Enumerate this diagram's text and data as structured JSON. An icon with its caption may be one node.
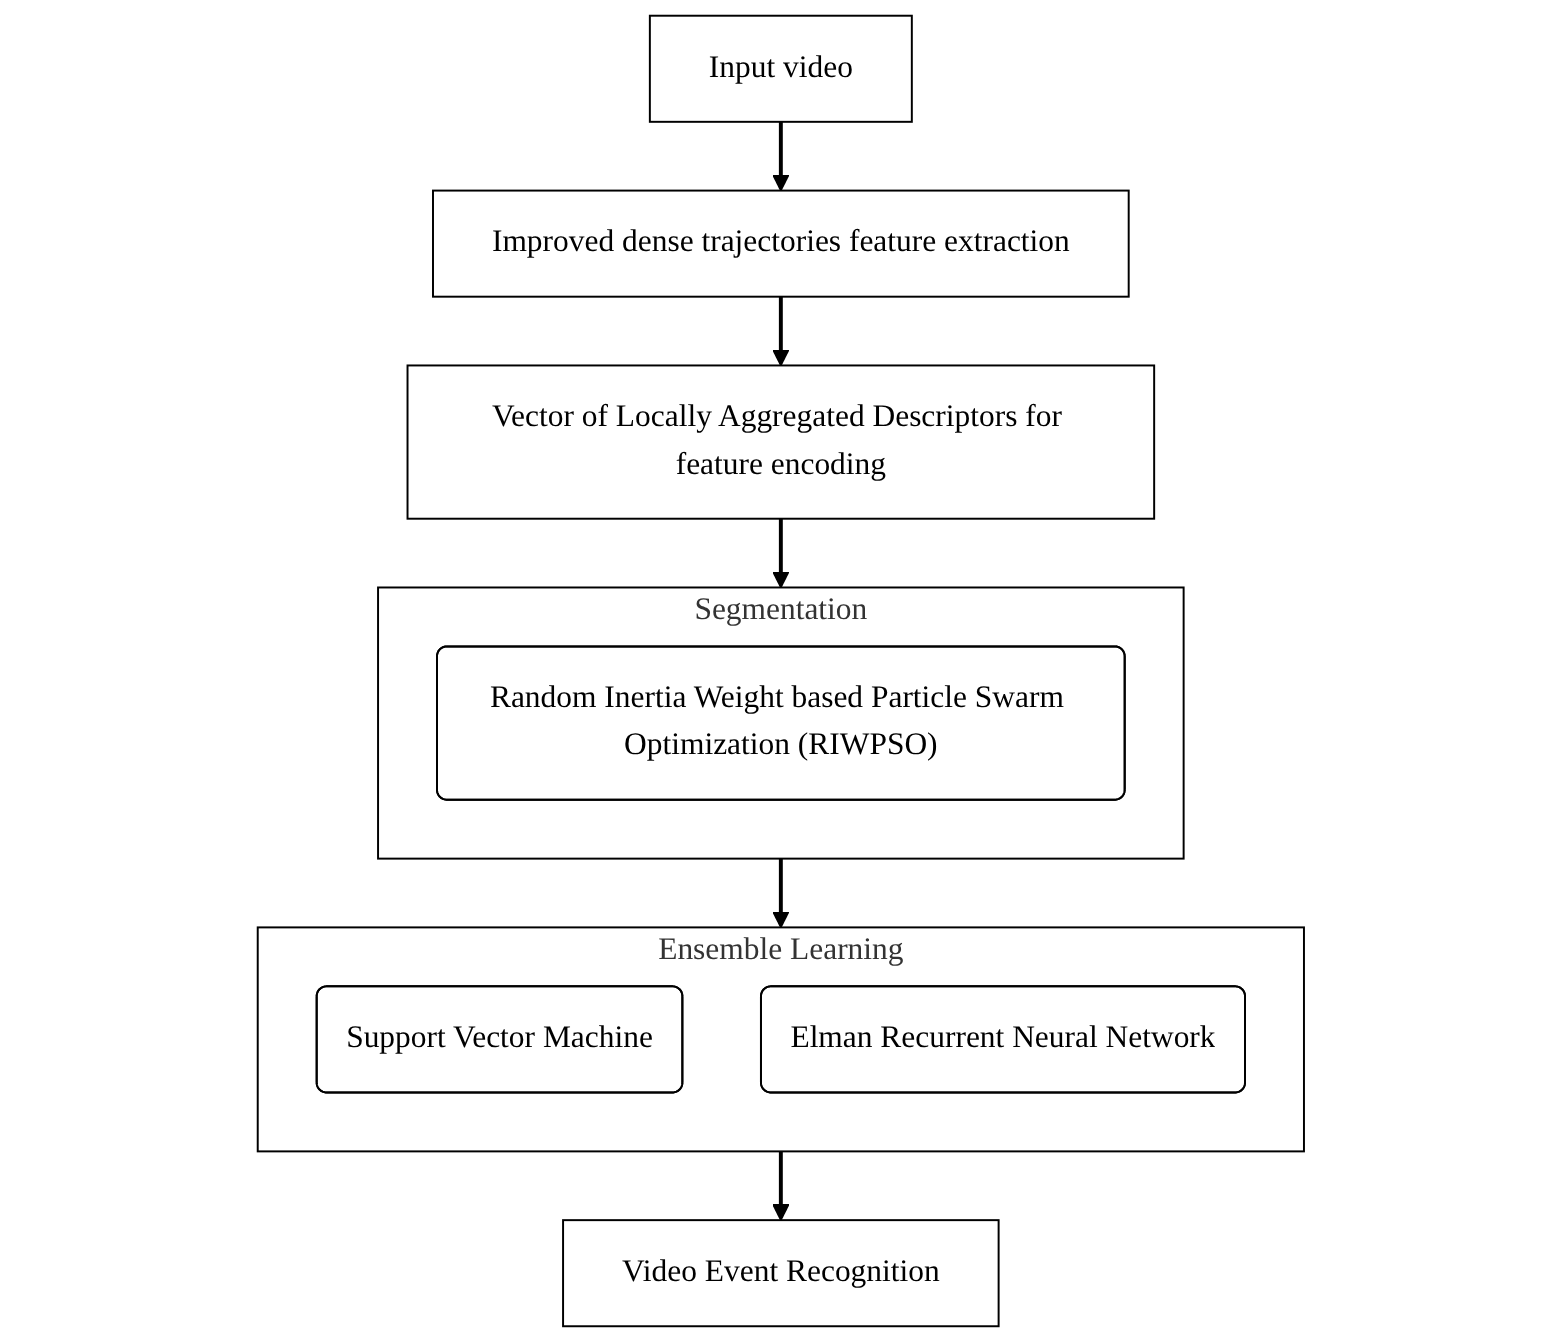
{
  "diagram": {
    "nodes": [
      {
        "text": [
          "Input video"
        ]
      },
      {
        "text": [
          "Improved dense trajectories feature extraction"
        ]
      },
      {
        "text": [
          "Vector of Locally Aggregated Descriptors for feature encoding"
        ]
      },
      {
        "text": [
          "Segmentation"
        ]
      },
      {
        "text": [
          "Random Inertia Weight based Particle Swarm Optimization (RIWPSO)"
        ],
        "in": 3
      },
      {
        "text": [
          "Ensemble Learning"
        ]
      },
      {
        "text": [
          "Support Vector Machine"
        ],
        "in": 5
      },
      {
        "text": [
          "Elman Recurrent Neural Network"
        ],
        "in": 5
      },
      {
        "text": [
          "Video Event Recognition"
        ]
      }
    ],
    "edges": [
      {
        "from": 0,
        "to": 1,
        "arrow": "to"
      },
      {
        "from": 1,
        "to": 2,
        "arrow": "to"
      },
      {
        "from": 2,
        "to": 3,
        "arrow": "to"
      },
      {
        "from": 3,
        "to": 5,
        "arrow": "to"
      },
      {
        "from": 5,
        "to": 8,
        "arrow": "to"
      }
    ]
  }
}
